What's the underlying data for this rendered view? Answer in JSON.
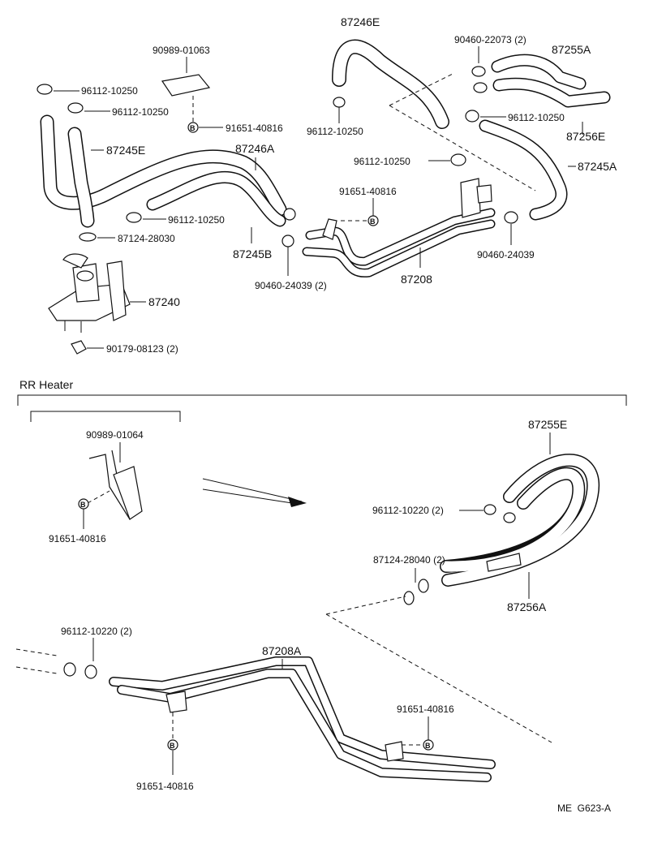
{
  "header": {
    "section_title": "RR Heater",
    "catalog_code": "ME  G623-A"
  },
  "upper_parts": {
    "p87246E": "87246E",
    "p90460_22073": "90460-22073 (2)",
    "p87255A": "87255A",
    "p90989_01063": "90989-01063",
    "p96112_10250_a": "96112-10250",
    "p96112_10250_b": "96112-10250",
    "p91651_40816_a": "91651-40816",
    "p96112_10250_c": "96112-10250",
    "p96112_10250_d": "96112-10250",
    "p87256E": "87256E",
    "p87245E": "87245E",
    "p87246A": "87246A",
    "p96112_10250_e": "96112-10250",
    "p87245A": "87245A",
    "p91651_40816_b": "91651-40816",
    "p96112_10250_f": "96112-10250",
    "p87124_28030": "87124-28030",
    "p87245B": "87245B",
    "p90460_24039_a": "90460-24039",
    "p90460_24039_b": "90460-24039 (2)",
    "p87208": "87208",
    "p87240": "87240",
    "p90179_08123": "90179-08123 (2)"
  },
  "lower_parts": {
    "p90989_01064": "90989-01064",
    "p91651_40816_c": "91651-40816",
    "p87255E": "87255E",
    "p96112_10220_a": "96112-10220 (2)",
    "p87124_28040": "87124-28040 (2)",
    "p87256A": "87256A",
    "p96112_10220_b": "96112-10220 (2)",
    "p87208A": "87208A",
    "p91651_40816_d": "91651-40816",
    "p91651_40816_e": "91651-40816"
  },
  "bolt_marker": "B"
}
